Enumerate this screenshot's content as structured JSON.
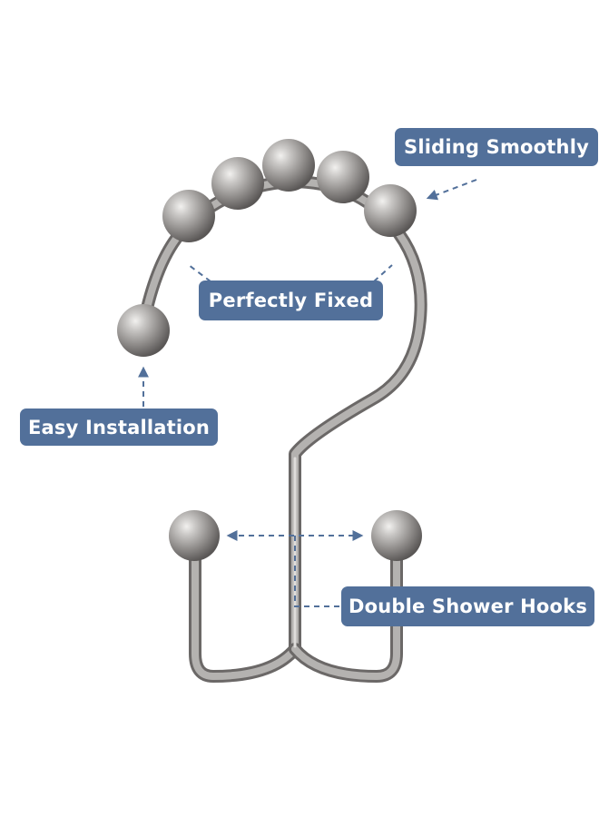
{
  "callouts": {
    "sliding_smoothly": "Sliding Smoothly",
    "perfectly_fixed": "Perfectly Fixed",
    "easy_installation": "Easy Installation",
    "double_shower_hooks": "Double Shower Hooks"
  },
  "colors": {
    "callout_background": "#52709a",
    "callout_text": "#ffffff",
    "arrow": "#52709a",
    "metal": "#8f8d8c"
  },
  "icons": {
    "product": "shower-curtain-hook-illustration"
  }
}
